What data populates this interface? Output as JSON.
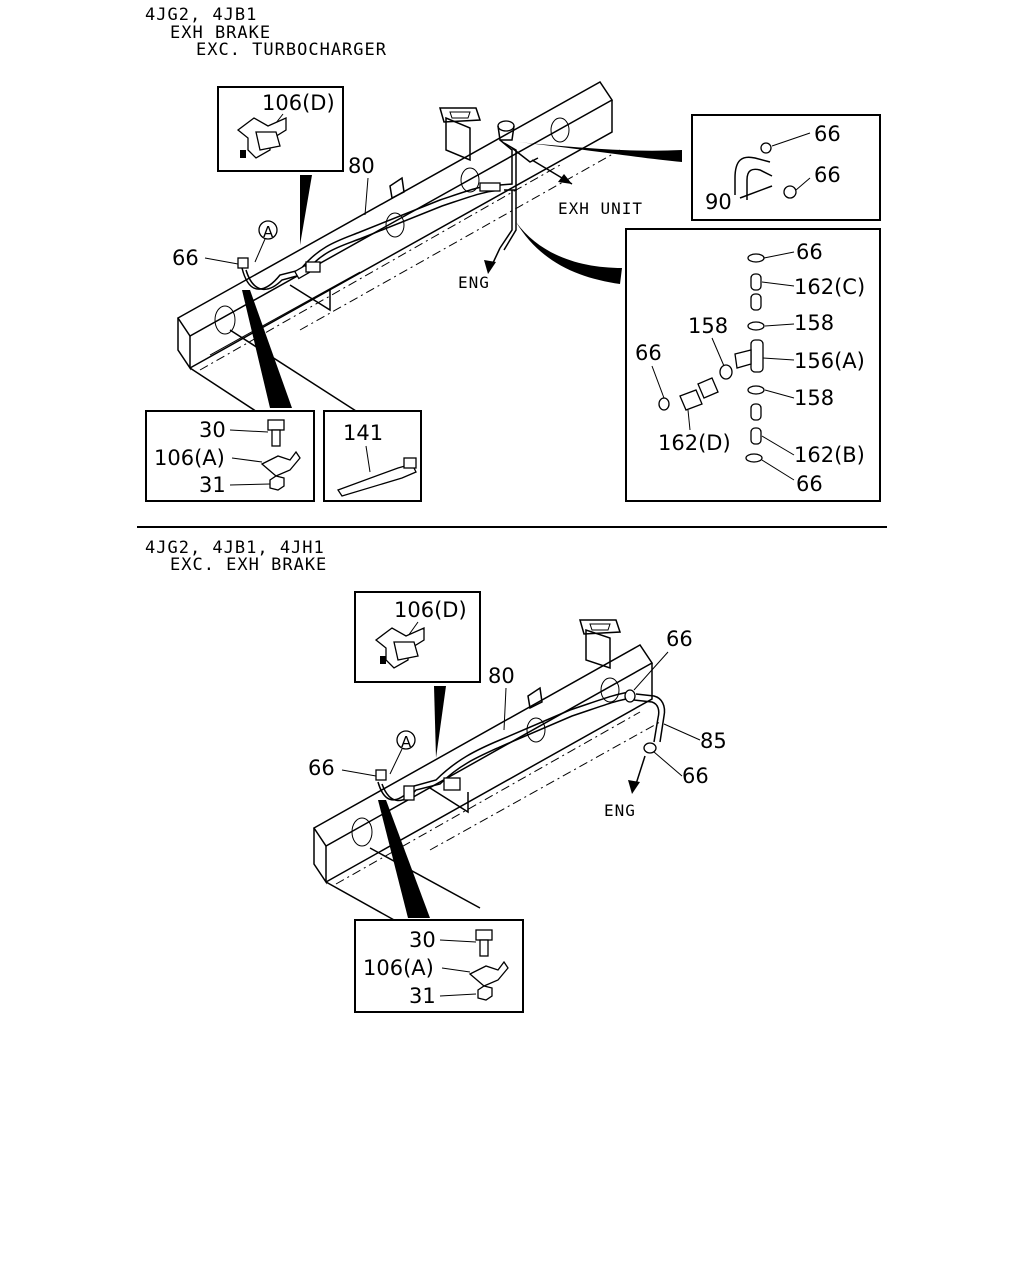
{
  "section1": {
    "header": [
      "4JG2, 4JB1",
      "EXH BRAKE",
      "EXC. TURBOCHARGER"
    ],
    "labels": {
      "p80": "80",
      "p66_left": "66",
      "circle_a": "A",
      "exh_unit": "EXH UNIT",
      "eng": "ENG"
    },
    "inset_106d": {
      "label": "106(D)"
    },
    "inset_90": {
      "l66_top": "66",
      "l66_bot": "66",
      "l90": "90"
    },
    "inset_tee": {
      "l66_top": "66",
      "l162c": "162(C)",
      "l158_left": "158",
      "l158_right": "158",
      "l66_left": "66",
      "l156a": "156(A)",
      "l158_mid": "158",
      "l162d": "162(D)",
      "l162b": "162(B)",
      "l66_bot": "66"
    },
    "inset_bolt": {
      "l30": "30",
      "l106a": "106(A)",
      "l31": "31"
    },
    "inset_141": {
      "label": "141"
    }
  },
  "section2": {
    "header": [
      "4JG2, 4JB1, 4JH1",
      "EXC. EXH BRAKE"
    ],
    "labels": {
      "p80": "80",
      "p66_left": "66",
      "circle_a": "A",
      "p66_top": "66",
      "p85": "85",
      "p66_right": "66",
      "eng": "ENG"
    },
    "inset_106d": {
      "label": "106(D)"
    },
    "inset_bolt": {
      "l30": "30",
      "l106a": "106(A)",
      "l31": "31"
    }
  }
}
